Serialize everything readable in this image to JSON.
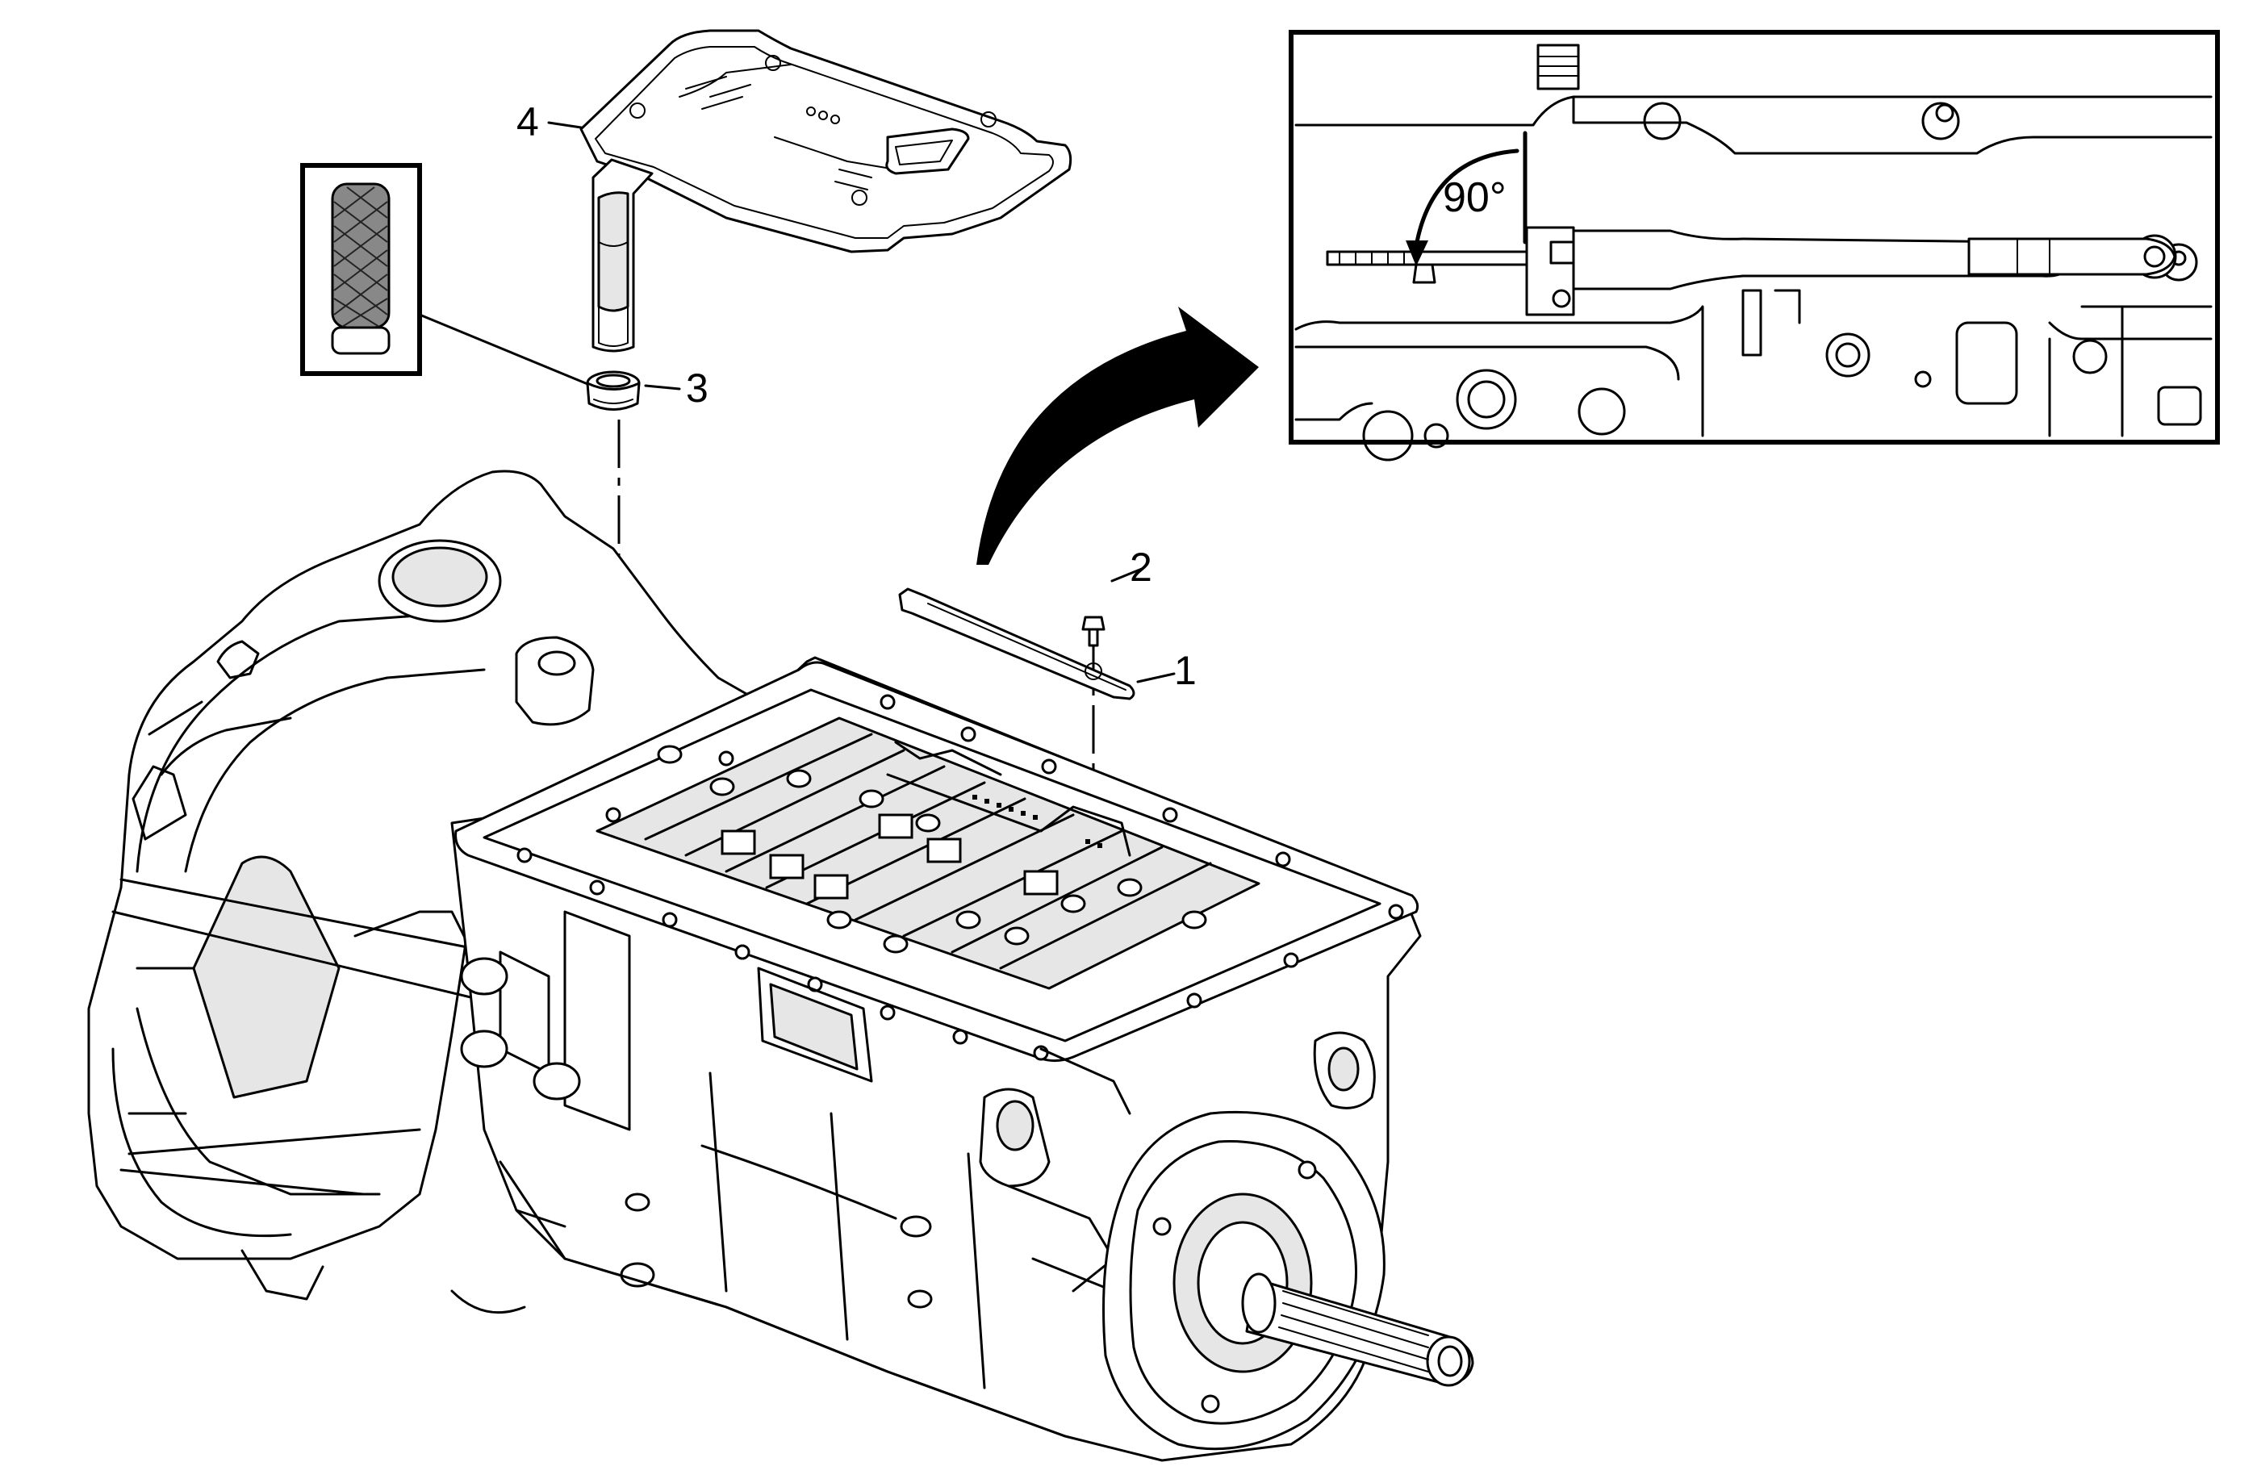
{
  "callouts": {
    "c1": "1",
    "c2": "2",
    "c3": "3",
    "c4": "4"
  },
  "inset": {
    "angle_label": "90°"
  },
  "icons": [
    "transmission-assembly",
    "valve-body",
    "oil-pan-filter",
    "filter-seal",
    "shift-detent-lever",
    "bolt",
    "filter-screen-inset",
    "curved-arrow"
  ]
}
